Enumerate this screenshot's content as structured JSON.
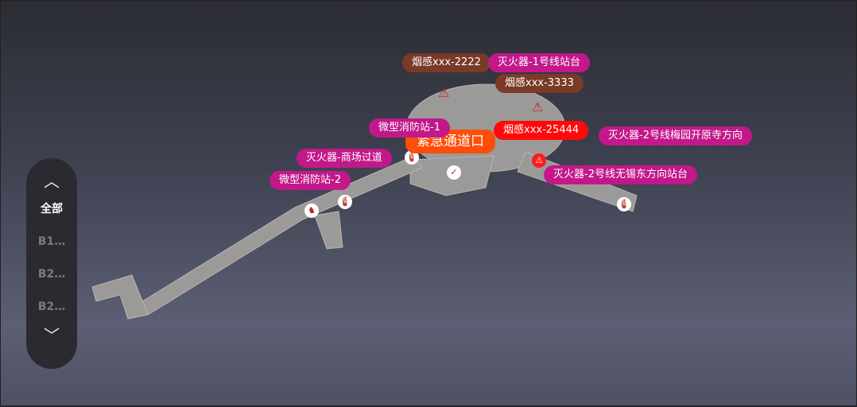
{
  "floor_selector": {
    "up_icon": "chevron-up-icon",
    "down_icon": "chevron-down-icon",
    "items": [
      {
        "label": "全部",
        "active": true
      },
      {
        "label": "B1…",
        "active": false
      },
      {
        "label": "B2…",
        "active": false
      },
      {
        "label": "B2…",
        "active": false
      }
    ]
  },
  "labels": {
    "smoke_2222": "烟感xxx-2222",
    "extinguisher_line1": "灭火器-1号线站台",
    "smoke_3333": "烟感xxx-3333",
    "micro_station_1": "微型消防站-1",
    "emergency_exit": "紧急通道口",
    "smoke_25444": "烟感xxx-25444",
    "extinguisher_line2_meiyuan": "灭火器-2号线梅园开原寺方向",
    "extinguisher_mall": "灭火器-商场过道",
    "micro_station_2": "微型消防站-2",
    "extinguisher_line2_wuxi": "灭火器-2号线无锡东方向站台"
  },
  "colors": {
    "alarm": "#ff0a0a",
    "device": "#c2188a",
    "smoke": "#7a3a28",
    "exit": "#ff4d0a"
  }
}
